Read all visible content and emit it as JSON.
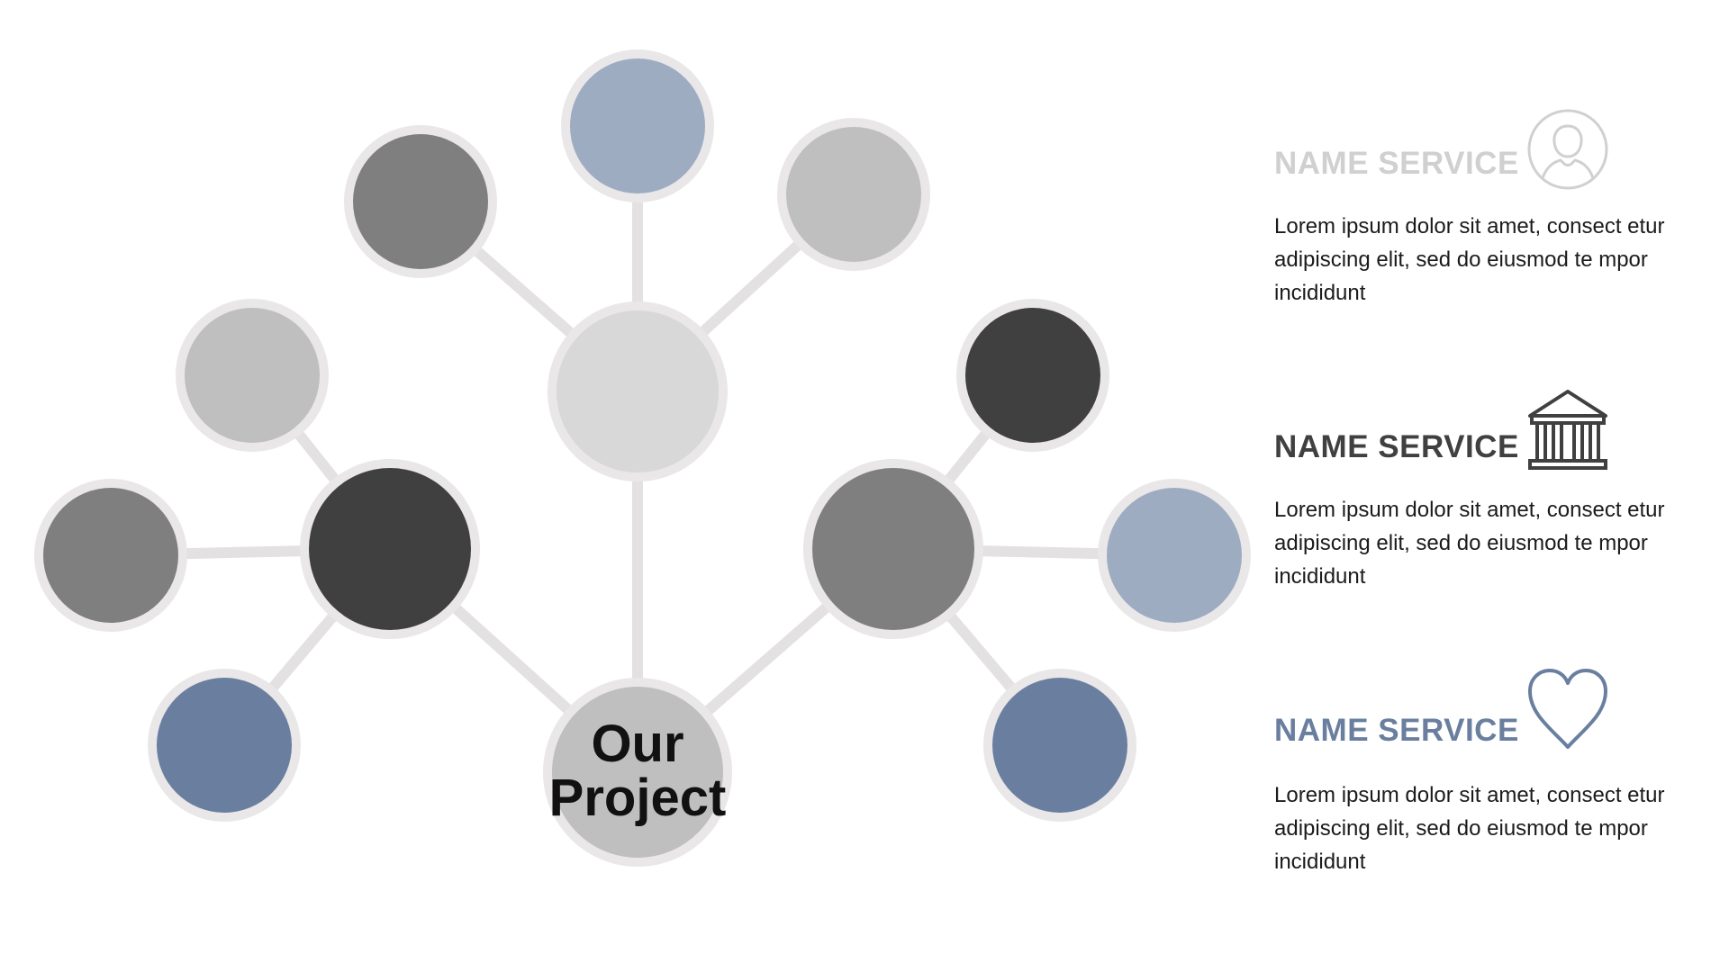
{
  "diagram": {
    "center_label_line1": "Our",
    "center_label_line2": "Project"
  },
  "colors": {
    "ring": "#e9e7e8",
    "link": "#e3e1e2",
    "dark": "#404040",
    "mid_gray": "#7f7f7f",
    "light_gray": "#bfbfbf",
    "lighter_gray": "#d8d8d8",
    "light_blue": "#9eacc2",
    "blue": "#6a7f9f"
  },
  "services": [
    {
      "title": "NAME SERVICE",
      "title_color": "#d0d0d0",
      "text": "Lorem ipsum dolor sit amet, consect etur adipiscing elit, sed do eiusmod te mpor incididunt",
      "icon": "person-icon",
      "icon_color": "#d0d0d0"
    },
    {
      "title": "NAME SERVICE",
      "title_color": "#404040",
      "text": "Lorem ipsum dolor sit amet, consect etur adipiscing elit, sed do eiusmod te mpor incididunt",
      "icon": "bank-icon",
      "icon_color": "#404040"
    },
    {
      "title": "NAME SERVICE",
      "title_color": "#6a7f9f",
      "text": "Lorem ipsum dolor sit amet, consect etur adipiscing elit, sed do eiusmod te mpor incididunt",
      "icon": "heart-icon",
      "icon_color": "#6a7f9f"
    }
  ]
}
